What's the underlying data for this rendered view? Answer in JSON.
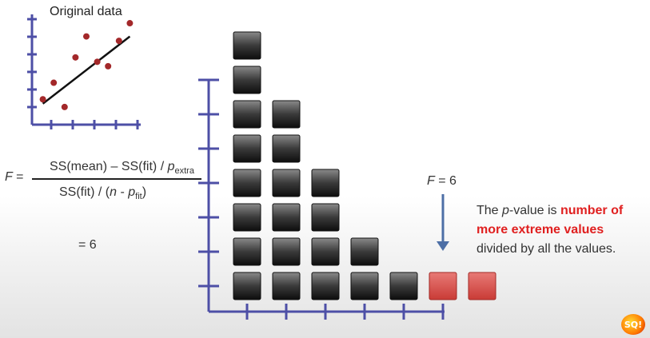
{
  "scatter": {
    "title": "Original data",
    "points": [
      {
        "x": 1,
        "y": 2.3
      },
      {
        "x": 2,
        "y": 3.8
      },
      {
        "x": 3,
        "y": 1.6
      },
      {
        "x": 4,
        "y": 6.1
      },
      {
        "x": 5,
        "y": 8.0
      },
      {
        "x": 6,
        "y": 5.7
      },
      {
        "x": 7,
        "y": 5.3
      },
      {
        "x": 8,
        "y": 7.6
      },
      {
        "x": 9,
        "y": 9.2
      }
    ],
    "fit_line": {
      "x1": 1,
      "y1": 1.9,
      "x2": 9,
      "y2": 8.0
    },
    "xlim": [
      0,
      10
    ],
    "ylim": [
      0,
      10
    ]
  },
  "formula": {
    "lhs": "F =",
    "num_main": "SS(mean) – SS(fit) / ",
    "num_p": "p",
    "num_sub": "extra",
    "den_main": "SS(fit) / (",
    "den_n": "n",
    "den_mid": " - ",
    "den_p": "p",
    "den_sub": "fit",
    "den_end": ")",
    "result": "= 6"
  },
  "f_marker": {
    "label_var": "F",
    "label_rest": " = 6"
  },
  "description": {
    "part1": "The ",
    "p_italic": "p",
    "part2": "-value is ",
    "highlight": "number of more extreme values",
    "part3": " divided by all the values."
  },
  "logo": {
    "text": "SQ!"
  },
  "chart_data": {
    "type": "histogram",
    "title": "",
    "xlabel": "",
    "ylabel": "",
    "categories": [
      1,
      2,
      3,
      4,
      5,
      6,
      7
    ],
    "values": [
      8,
      6,
      4,
      2,
      1,
      1,
      1
    ],
    "highlight_bins": [
      6,
      7
    ],
    "colors": {
      "normal": "#2a2a2a",
      "extreme": "#d9443f"
    },
    "ylim": [
      0,
      8
    ]
  }
}
